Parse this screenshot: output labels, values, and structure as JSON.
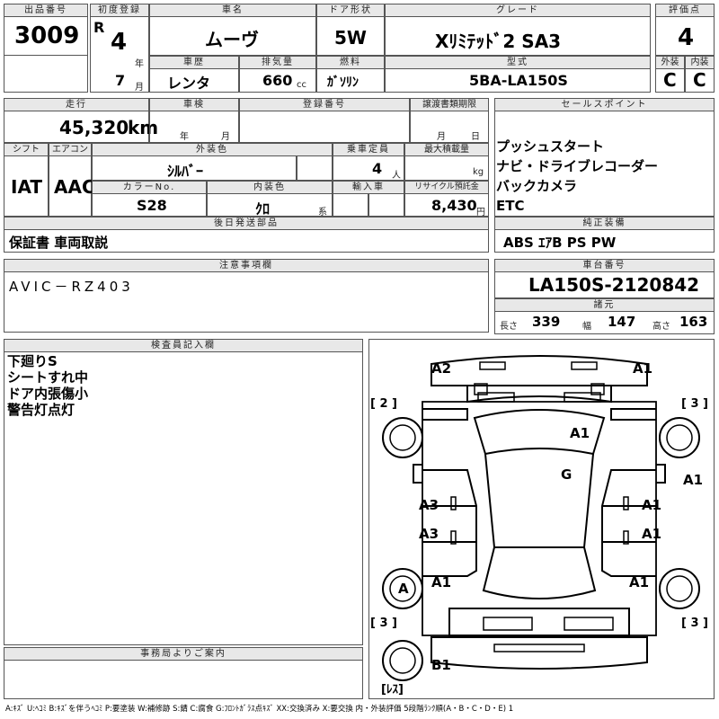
{
  "top": {
    "lot_no": {
      "label": "出品番号",
      "value": "3009"
    },
    "first_reg": {
      "label": "初度登録",
      "era": "R",
      "year": "4",
      "year_unit": "年",
      "month": "7",
      "month_unit": "月"
    },
    "car_name": {
      "label": "車名",
      "value": "ムーヴ"
    },
    "door": {
      "label": "ドア形状",
      "value": "5W"
    },
    "grade": {
      "label": "グレード",
      "value": "Xﾘﾐﾃｯﾄﾞ2 SA3"
    },
    "score": {
      "label": "評価点",
      "value": "4"
    },
    "history": {
      "label": "車歴",
      "value": "レンタ"
    },
    "displacement": {
      "label": "排気量",
      "value": "660",
      "unit": "cc"
    },
    "fuel": {
      "label": "燃料",
      "value": "ｶﾞｿﾘﾝ"
    },
    "model": {
      "label": "型式",
      "value": "5BA-LA150S"
    },
    "exterior_grade": {
      "label": "外装",
      "value": "C"
    },
    "interior_grade": {
      "label": "内装",
      "value": "C"
    }
  },
  "row2": {
    "mileage": {
      "label": "走行",
      "value": "45,320",
      "unit": "km"
    },
    "inspection": {
      "label": "車検",
      "year_unit": "年",
      "month_unit": "月"
    },
    "reg_no": {
      "label": "登録番号"
    },
    "transfer": {
      "label": "譲渡書類期限",
      "month_unit": "月",
      "day_unit": "日"
    },
    "shift": {
      "label": "シフト",
      "value": "IAT"
    },
    "aircon": {
      "label": "エアコン",
      "value": "AAC"
    },
    "ext_color": {
      "label": "外装色",
      "value": "ｼﾙﾊﾞｰ"
    },
    "capacity": {
      "label": "乗車定員",
      "value": "4",
      "unit": "人"
    },
    "max_load": {
      "label": "最大積載量",
      "unit": "kg"
    },
    "color_no": {
      "label": "カラーNo.",
      "value": "S28"
    },
    "int_color": {
      "label": "内装色",
      "value": "ｸﾛ",
      "unit": "系"
    },
    "import": {
      "label": "輸入車"
    },
    "recycle": {
      "label": "リサイクル預託金",
      "value": "8,430",
      "unit": "円"
    }
  },
  "sales_points": {
    "label": "セールスポイント",
    "items": [
      "プッシュスタート",
      "ナビ・ドライブレコーダー",
      "バックカメラ",
      "ETC"
    ]
  },
  "later_parts": {
    "label": "後日発送部品",
    "value": "保証書 車両取説"
  },
  "equipment": {
    "label": "純正装備",
    "value": "ABS ｴｱB PS PW"
  },
  "notes": {
    "label": "注意事項欄",
    "value": "AVIC－RZ403"
  },
  "chassis": {
    "label": "車台番号",
    "value": "LA150S-2120842"
  },
  "specs": {
    "label": "諸元",
    "length_label": "長さ",
    "length": "339",
    "width_label": "幅",
    "width": "147",
    "height_label": "高さ",
    "height": "163"
  },
  "inspector": {
    "label": "検査員記入欄",
    "lines": [
      "下廻りS",
      "シートすれ中",
      "ドア内張傷小",
      "警告灯点灯"
    ]
  },
  "office": {
    "label": "事務局よりご案内"
  },
  "diagram": {
    "marks": [
      "A2",
      "A1",
      "A1",
      "G",
      "A3",
      "A3",
      "A1",
      "A1",
      "A1",
      "A1",
      "A1",
      "A",
      "B1"
    ],
    "tires": [
      "[ 2 ]",
      "[ 3 ]",
      "[ 3 ]",
      "[ 3 ]",
      "[ﾚｽ]"
    ]
  },
  "legend": "A:ｷｽﾞ U:ﾍｺﾐ B:ｷｽﾞを伴うﾍｺﾐ P:要塗装 W:補修跡 S:錆 C:腐食 G:ﾌﾛﾝﾄｶﾞﾗｽ点ｷｽﾞ XX:交換済み X:要交換 内・外装評価 5段階ﾗﾝｸ順(A・B・C・D・E) 1"
}
